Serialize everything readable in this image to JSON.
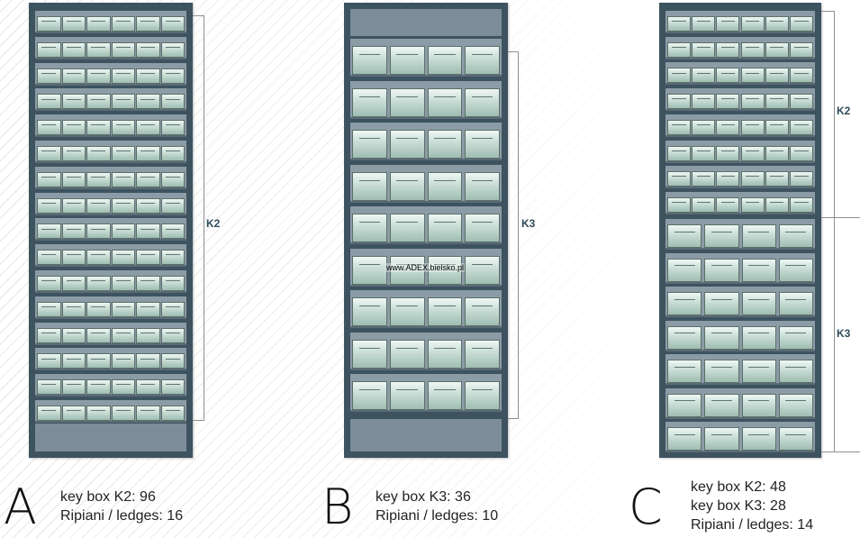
{
  "watermark": "www.ADEX.bielsko.pl",
  "cabinets": [
    {
      "letter": "A",
      "caption": [
        "key box K2: 96",
        "Ripiani / ledges: 16"
      ],
      "dimension_labels": [
        "K2"
      ]
    },
    {
      "letter": "B",
      "caption": [
        "key box K3: 36",
        "Ripiani / ledges: 10"
      ],
      "dimension_labels": [
        "K3"
      ]
    },
    {
      "letter": "C",
      "caption": [
        "key box K2: 48",
        "key box K3: 28",
        "Ripiani / ledges: 14"
      ],
      "dimension_labels": [
        "K2",
        "K3"
      ]
    }
  ],
  "colors": {
    "cabinet_frame": "#3e5360",
    "panel": "#7c8c98",
    "key_box": "#cfe2db",
    "label_text": "#2f4a5a"
  }
}
